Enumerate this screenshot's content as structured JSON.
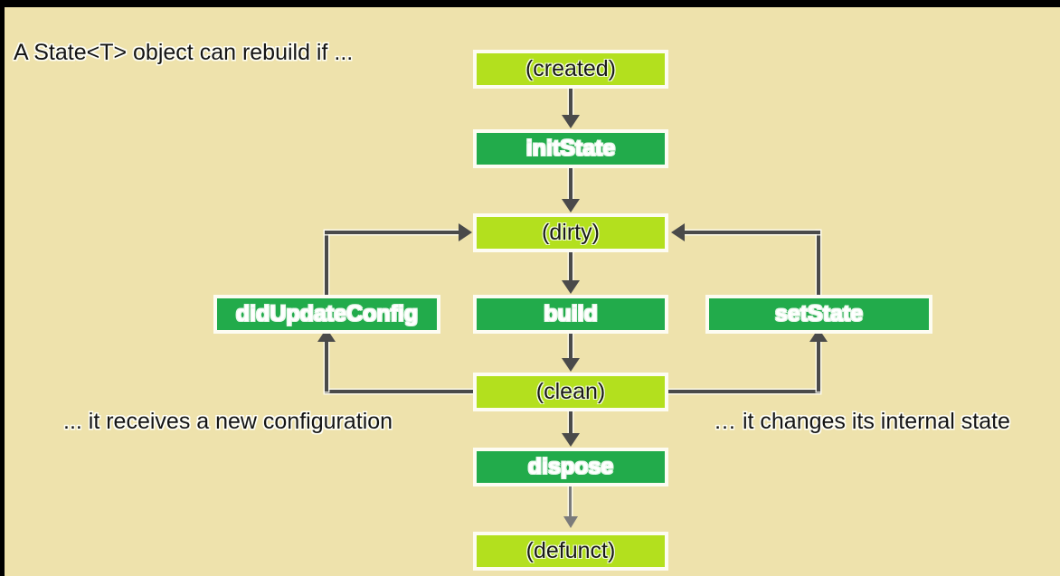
{
  "slide": {
    "title": "A State<T> object can rebuild if ...",
    "background_color": "#eee2ac",
    "border_color": "#000000"
  },
  "captions": {
    "left": "... it receives a new configuration",
    "right": "… it changes its internal state"
  },
  "palette": {
    "state_fill": "#b3e01e",
    "state_text": "#1a1a1a",
    "method_fill": "#22ab4b",
    "method_text": "#ffffff",
    "box_border": "#fdfcf2",
    "arrow": "#4a4a4a",
    "arrow_light": "#7b7b7b"
  },
  "nodes": {
    "created": {
      "label": "(created)",
      "kind": "state"
    },
    "init_state": {
      "label": "initState",
      "kind": "method"
    },
    "dirty": {
      "label": "(dirty)",
      "kind": "state"
    },
    "build": {
      "label": "build",
      "kind": "method"
    },
    "clean": {
      "label": "(clean)",
      "kind": "state"
    },
    "dispose": {
      "label": "dispose",
      "kind": "method"
    },
    "defunct": {
      "label": "(defunct)",
      "kind": "state"
    },
    "did_update_config": {
      "label": "didUpdateConfig",
      "kind": "method"
    },
    "set_state": {
      "label": "setState",
      "kind": "method"
    }
  },
  "edges": [
    {
      "from": "created",
      "to": "init_state"
    },
    {
      "from": "init_state",
      "to": "dirty"
    },
    {
      "from": "dirty",
      "to": "build"
    },
    {
      "from": "build",
      "to": "clean"
    },
    {
      "from": "clean",
      "to": "dispose"
    },
    {
      "from": "dispose",
      "to": "defunct"
    },
    {
      "from": "clean",
      "to": "did_update_config"
    },
    {
      "from": "did_update_config",
      "to": "dirty"
    },
    {
      "from": "clean",
      "to": "set_state"
    },
    {
      "from": "set_state",
      "to": "dirty"
    }
  ]
}
